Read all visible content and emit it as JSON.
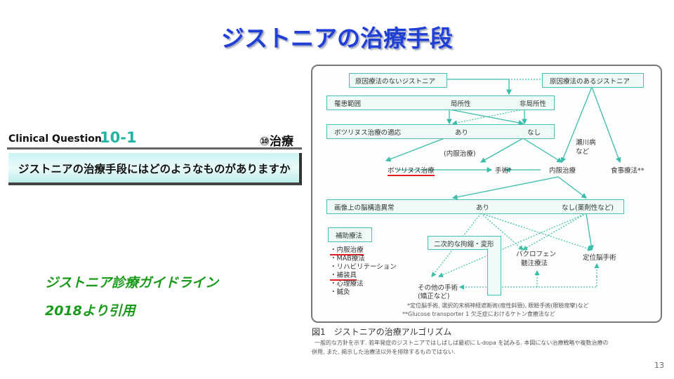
{
  "title": "ジストニアの治療手段",
  "cq": {
    "label": "Clinical Question",
    "number": "10-1",
    "category": "⑩治療",
    "question": "ジストニアの治療手段にはどのようなものがありますか"
  },
  "citation": {
    "line1": "ジストニア診療ガイドライン",
    "line2": "2018より引用"
  },
  "figure": {
    "no_cause": "原因療法のないジストニア",
    "with_cause": "原因療法のあるジストニア",
    "range": {
      "label": "罹患範囲",
      "local": "局所性",
      "nonlocal": "非局所性"
    },
    "botox_ind": {
      "label": "ボツリヌス治療の適応",
      "yes": "あり",
      "no": "なし"
    },
    "oral_paren": "(内服治療)",
    "segawa": "瀬川病\nなど",
    "botox": "ボツリヌス治療",
    "surgery": "手術*",
    "oral": "内服治療",
    "diet": "食事療法**",
    "imaging": {
      "label": "画像上の脳構造異常",
      "yes": "あり",
      "no": "なし(薬剤性など)"
    },
    "adjunct": {
      "label": "補助療法",
      "items": [
        "・内服治療",
        "・MAB療法",
        "・リハビリテーション",
        "・補装具",
        "・心理療法",
        "・鍼灸"
      ]
    },
    "secondary": "二次的な拘縮・変形",
    "baclofen1": "バクロフェン",
    "baclofen2": "髄注療法",
    "stereotactic": "定位脳手術",
    "other1": "その他の手術",
    "other2": "(矯正など)",
    "note1": "*定位脳手術, 選択的末梢神経遮断術(痙性斜頸), 眼瞼手術(眼瞼痙攣)など",
    "note2": "**Glucose transporter 1 欠乏症におけるケトン食療法など",
    "caption_title": "図1　ジストニアの治療アルゴリズム",
    "caption_text1": "一般的な方針を示す. 若年発症のジストニアではしばしば最初に L-dopa を試みる. 本図にない治療戦略や複数治療の",
    "caption_text2": "併用, また, 掲示した治療法以外を排除するものではない."
  },
  "page_number": "13",
  "colors": {
    "title": "#1f3fd6",
    "accent": "#22b3a5",
    "citation": "#1a9a1a",
    "underline": "#e02020"
  }
}
